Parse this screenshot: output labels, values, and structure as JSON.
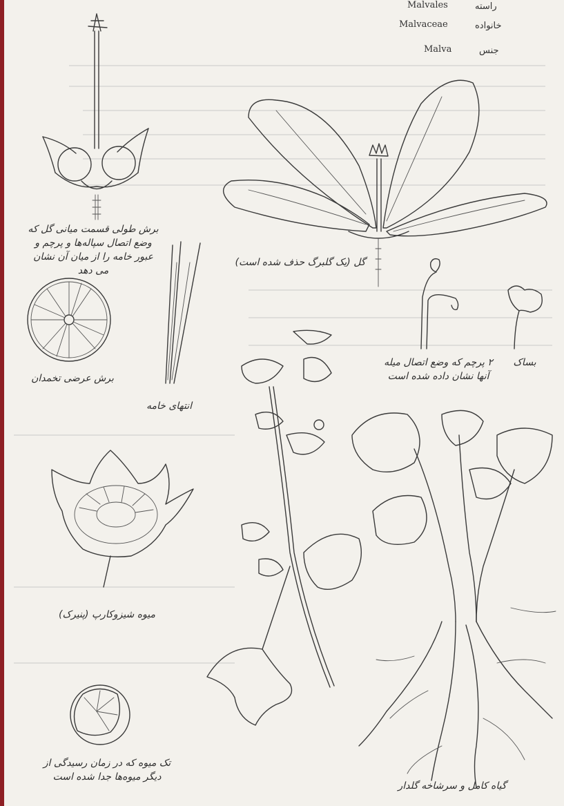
{
  "taxonomy": [
    {
      "latin": "Malvales",
      "persian": "راسته"
    },
    {
      "latin": "Malvaceae",
      "persian": "خانواده"
    },
    {
      "latin": "Malva",
      "persian": "جنس"
    }
  ],
  "captions": {
    "longitudinal_section": "برش طولی قسمت میانی گل که وضع اتصال سپاله‌ها و پرچم و عبور خامه را از میان آن نشان می دهد",
    "flower": "گل (یک گلبرگ حذف شده است)",
    "cross_section": "برش عرضی تخمدان",
    "stigmas": "انتهای خامه",
    "stamen": "۲ پرچم که وضع اتصال میله آنها نشان داده شده است",
    "anther": "بساک",
    "fruit": "میوه شیزوکارپ (پنیرک)",
    "mericarp": "تک میوه که در زمان رسیدگی از دیگر میوه‌ها جدا شده است",
    "whole_plant": "گیاه کامل و سرشاخه گلدار"
  }
}
